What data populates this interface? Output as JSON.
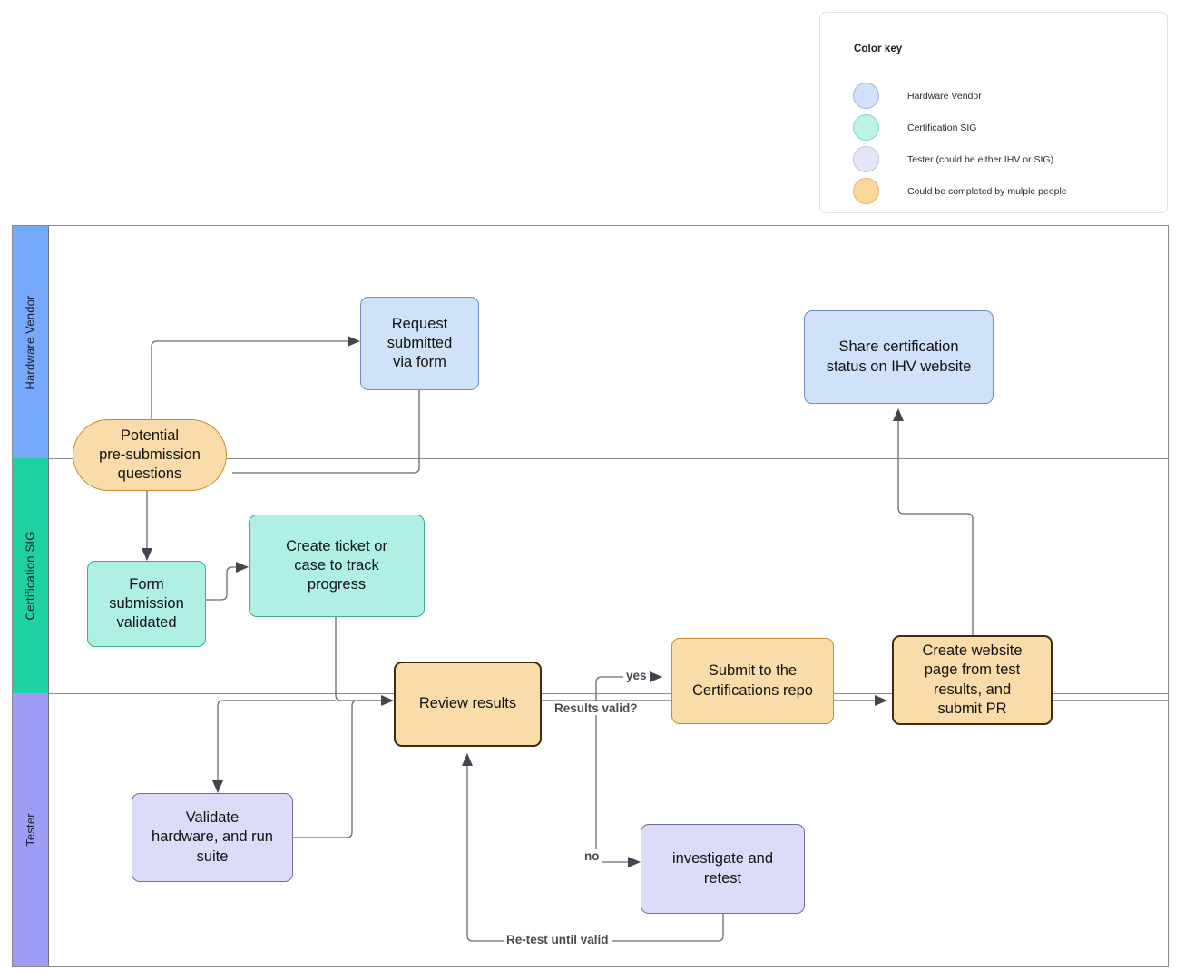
{
  "legend": {
    "title": "Color key",
    "items": [
      {
        "label": "Hardware Vendor",
        "color": "#cfe2f9",
        "border": "#6c8ebf"
      },
      {
        "label": "Certification SIG",
        "color": "#b0f0e4",
        "border": "#3aa893"
      },
      {
        "label": "Tester (could be either IHV or SIG)",
        "color": "#e4e4fa",
        "border": "#9e9ec4"
      },
      {
        "label": "Could be completed by mulple people",
        "color": "#fadcab",
        "border": "#c98b2c"
      }
    ]
  },
  "lanes": [
    {
      "label": "Hardware Vendor",
      "color": "#76a9f9"
    },
    {
      "label": "Certification SIG",
      "color": "#1fd0a3"
    },
    {
      "label": "Tester",
      "color": "#9d9df5"
    }
  ],
  "nodes": [
    {
      "id": "potential-questions",
      "label": "Potential\npre-submission\nquestions",
      "lane": "Hardware Vendor",
      "style": "multi-stadium"
    },
    {
      "id": "request-submitted",
      "label": "Request\nsubmitted\nvia form",
      "lane": "Hardware Vendor",
      "style": "vendor"
    },
    {
      "id": "share-certification-status",
      "label": "Share certification\nstatus on IHV website",
      "lane": "Hardware Vendor",
      "style": "vendor"
    },
    {
      "id": "form-submission-validated",
      "label": "Form\nsubmission\nvalidated",
      "lane": "Certification SIG",
      "style": "sig"
    },
    {
      "id": "create-ticket",
      "label": "Create ticket or\ncase to track\nprogress",
      "lane": "Certification SIG",
      "style": "sig"
    },
    {
      "id": "submit-to-repo",
      "label": "Submit to the\nCertifications repo",
      "lane": "Certification SIG",
      "style": "multi"
    },
    {
      "id": "create-website-page",
      "label": "Create website\npage from test\nresults, and\nsubmit PR",
      "lane": "Certification SIG",
      "style": "multi-strong"
    },
    {
      "id": "review-results",
      "label": "Review results",
      "lane": "Tester",
      "style": "multi-strong"
    },
    {
      "id": "validate-hardware",
      "label": "Validate\nhardware, and run\nsuite",
      "lane": "Tester",
      "style": "tester"
    },
    {
      "id": "investigate-retest",
      "label": "investigate and\nretest",
      "lane": "Tester",
      "style": "tester"
    }
  ],
  "edge_labels": [
    {
      "id": "results-valid",
      "text": "Results valid?"
    },
    {
      "id": "yes",
      "text": "yes"
    },
    {
      "id": "no",
      "text": "no"
    },
    {
      "id": "retest",
      "text": "Re-test until valid"
    }
  ]
}
